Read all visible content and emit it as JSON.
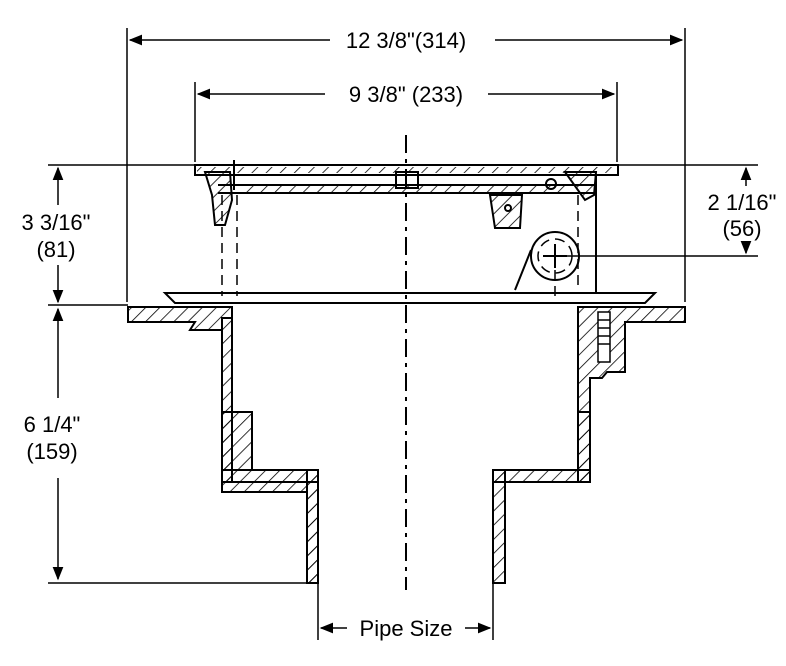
{
  "dimensions": {
    "overall_width": "12 3/8\"(314)",
    "grate_width": "9 3/8\" (233)",
    "top_height_in": "3 3/16\"",
    "top_height_mm": "(81)",
    "body_height_in": "6 1/4\"",
    "body_height_mm": "(159)",
    "hinge_height_in": "2 1/16\"",
    "hinge_height_mm": "(56)",
    "pipe_size": "Pipe Size"
  },
  "colors": {
    "ink": "#000000",
    "background": "#ffffff"
  }
}
